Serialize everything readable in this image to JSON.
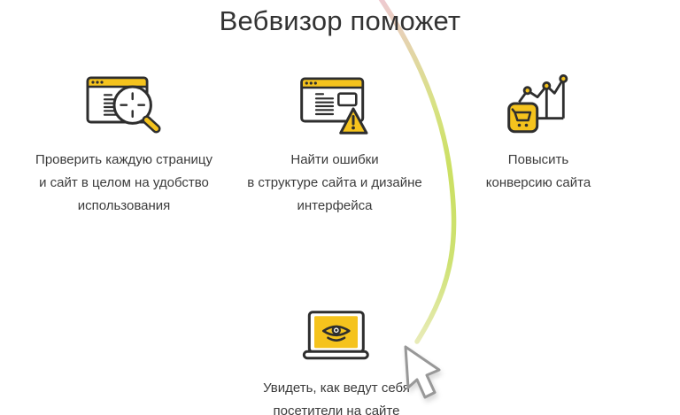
{
  "title": "Вебвизор поможет",
  "features": [
    {
      "id": "usability",
      "icon": "browser-magnifier-icon",
      "lines": [
        "Проверить каждую страницу",
        "и сайт в целом на удобство",
        "использования"
      ]
    },
    {
      "id": "errors",
      "icon": "browser-warning-icon",
      "lines": [
        "Найти ошибки",
        "в структуре сайта и дизайне",
        "интерфейса"
      ]
    },
    {
      "id": "conversion",
      "icon": "cart-growth-chart-icon",
      "lines": [
        "Повысить",
        "конверсию сайта"
      ]
    },
    {
      "id": "visitor-behavior",
      "icon": "laptop-eye-icon",
      "lines": [
        "Увидеть, как ведут себя",
        "посетители на сайте"
      ]
    }
  ],
  "colors": {
    "accent_yellow": "#f5c31d",
    "icon_outline": "#2e2e2e",
    "title_text": "#333333",
    "body_text": "#3b3b3b",
    "trail_pink": "#edc7ce",
    "trail_lime": "#c9de5a",
    "trail_pale": "#e7eab4",
    "cursor_outline": "#989898",
    "cursor_fill": "#ffffff"
  }
}
